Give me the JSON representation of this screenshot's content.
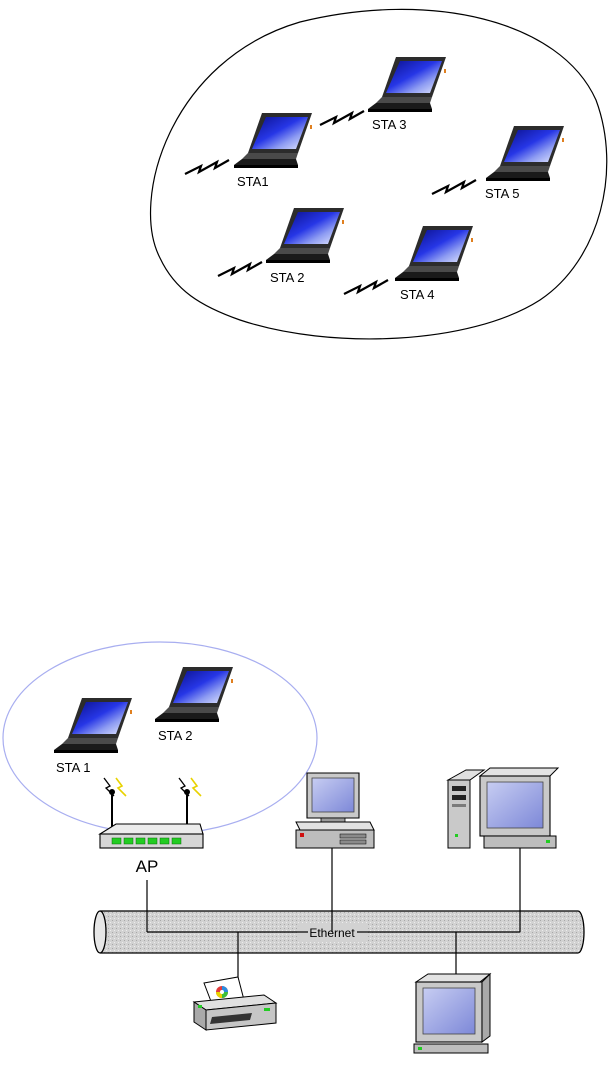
{
  "adhoc_network": {
    "stations": [
      {
        "id": "sta1",
        "label": "STA1"
      },
      {
        "id": "sta2",
        "label": "STA 2"
      },
      {
        "id": "sta3",
        "label": "STA 3"
      },
      {
        "id": "sta4",
        "label": "STA 4"
      },
      {
        "id": "sta5",
        "label": "STA 5"
      }
    ]
  },
  "infrastructure_network": {
    "stations": [
      {
        "id": "sta1",
        "label": "STA 1"
      },
      {
        "id": "sta2",
        "label": "STA 2"
      }
    ],
    "access_point_label": "AP",
    "backbone_label": "Ethernet"
  },
  "colors": {
    "screen_blue": "#1c2bd6",
    "line": "#000000",
    "bss_boundary": "#a8aef0",
    "device_grey": "#c9c9c9",
    "led_green": "#22cc22",
    "antenna_yellow": "#e8d200"
  }
}
